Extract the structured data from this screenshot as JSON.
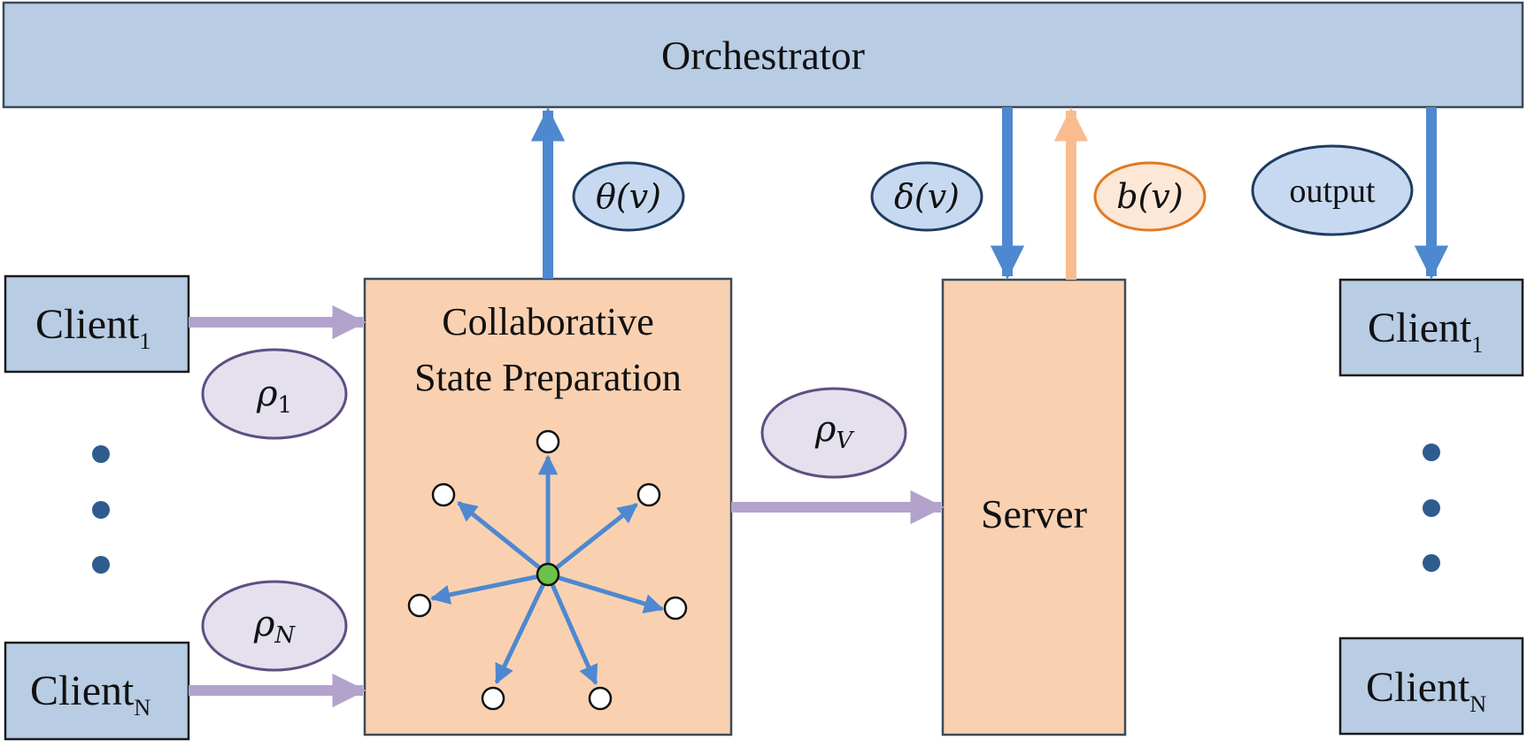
{
  "orchestrator": {
    "label": "Orchestrator"
  },
  "clients_left": [
    {
      "name": "Client",
      "sub": "1"
    },
    {
      "name": "Client",
      "sub": "N"
    }
  ],
  "clients_right": [
    {
      "name": "Client",
      "sub": "1"
    },
    {
      "name": "Client",
      "sub": "N"
    }
  ],
  "csp": {
    "line1": "Collaborative",
    "line2": "State Preparation"
  },
  "server": {
    "label": "Server"
  },
  "labels": {
    "rho1": {
      "base": "ρ",
      "sub": "1"
    },
    "rhoN": {
      "base": "ρ",
      "sub": "N"
    },
    "rhoV": {
      "base": "ρ",
      "sub": "V"
    },
    "theta": "θ(v)",
    "delta": "δ(v)",
    "b": "b(v)",
    "output": "output"
  },
  "colors": {
    "blue_box_fill": "#b8cce4",
    "blue_box_stroke": "#3c4a5a",
    "orange_box_fill": "#f9d1b1",
    "orange_box_stroke": "#3c4a5a",
    "blue_arrow": "#4e88d0",
    "orange_arrow": "#f9bc8f",
    "purple_arrow": "#b3a2cc",
    "ellipse_purple_fill": "#e5e0ee",
    "ellipse_purple_stroke": "#5e4f82",
    "ellipse_blue_fill": "#c7d9f0",
    "ellipse_blue_stroke": "#1f3c60",
    "ellipse_orange_fill": "#fde7d7",
    "ellipse_orange_stroke": "#e07a22",
    "dot_color": "#2f5c8e",
    "center_node": "#6cc24a"
  }
}
